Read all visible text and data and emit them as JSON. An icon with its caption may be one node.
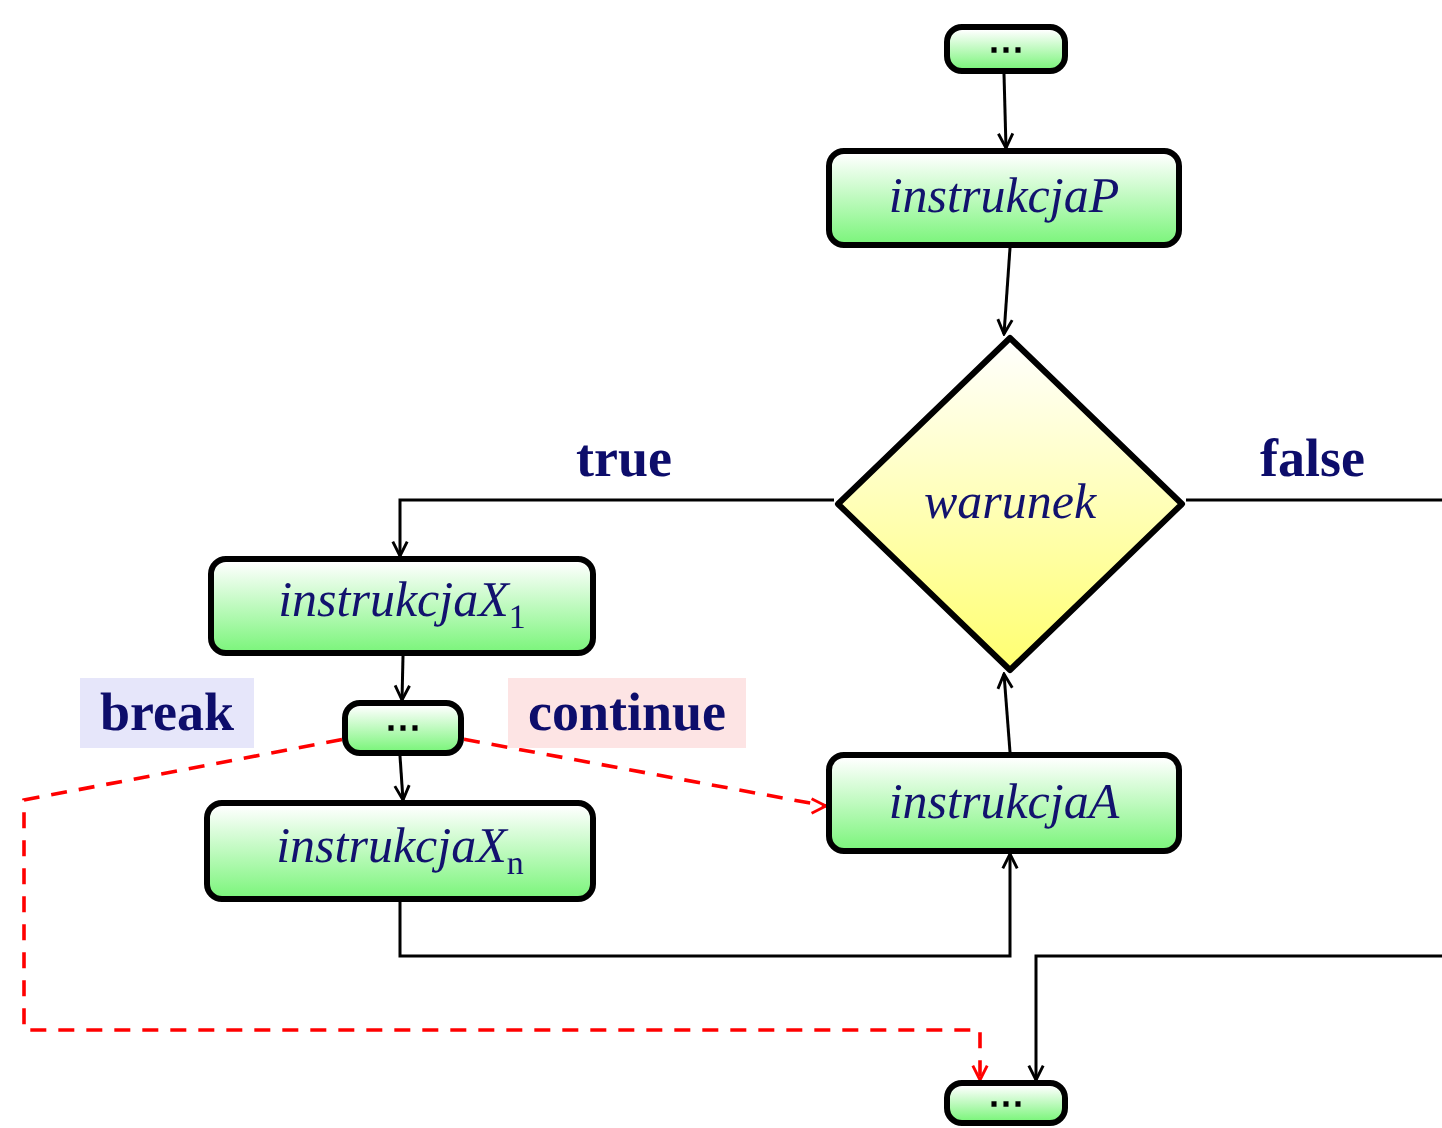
{
  "diagram": {
    "nodes": [
      {
        "text": [
          "⋯"
        ]
      },
      {
        "text": [
          "instrukcjaP"
        ]
      },
      {
        "text": [
          "warunek"
        ]
      },
      {
        "text": [
          "instrukcjaX$_{1}$"
        ]
      },
      {
        "text": [
          "⋯"
        ]
      },
      {
        "text": [
          "instrukcjaX$_{n}$"
        ]
      },
      {
        "text": [
          "instrukcjaA"
        ]
      },
      {
        "text": [
          "⋯"
        ]
      }
    ],
    "edges": [
      {
        "from": 0,
        "to": 1,
        "arrow": "to"
      },
      {
        "from": 1,
        "to": 2,
        "arrow": "to"
      },
      {
        "from": 2,
        "to": 3,
        "arrow": "to",
        "label": "true"
      },
      {
        "from": 2,
        "to": null,
        "arrow": "none",
        "label": "false"
      },
      {
        "from": null,
        "to": 7,
        "arrow": "to"
      },
      {
        "from": 3,
        "to": 4,
        "arrow": "to"
      },
      {
        "from": 4,
        "to": 5,
        "arrow": "to"
      },
      {
        "from": 5,
        "to": 6,
        "arrow": "to"
      },
      {
        "from": 6,
        "to": 2,
        "arrow": "to"
      },
      {
        "from": 4,
        "to": 7,
        "arrow": "to",
        "label": "break",
        "style": "dashed",
        "color": "#ff0000"
      },
      {
        "from": 4,
        "to": 6,
        "arrow": "to",
        "label": "continue",
        "style": "dashed",
        "color": "#ff0000"
      }
    ]
  }
}
